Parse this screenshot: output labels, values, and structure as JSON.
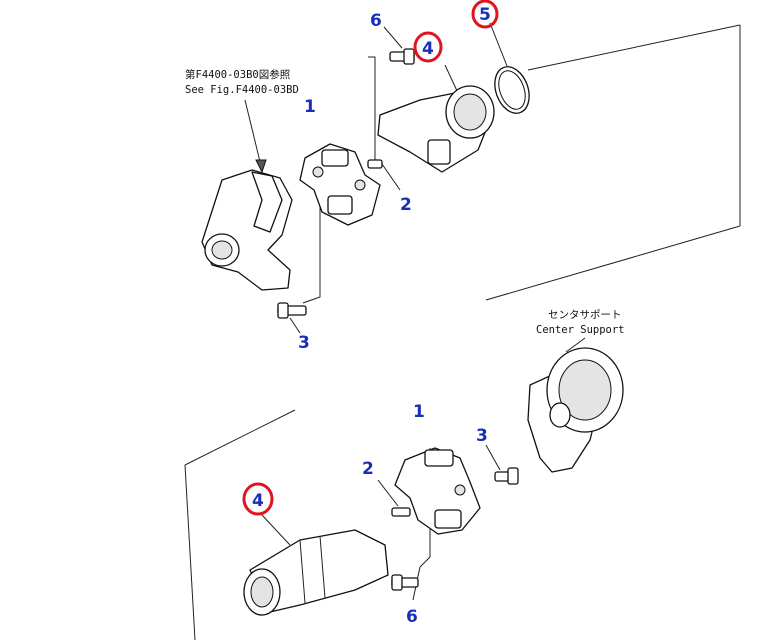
{
  "callouts": {
    "upper_1": "1",
    "upper_2": "2",
    "upper_3": "3",
    "upper_4": "4",
    "upper_5": "5",
    "upper_6": "6",
    "lower_1": "1",
    "lower_2": "2",
    "lower_3": "3",
    "lower_4": "4",
    "lower_6": "6"
  },
  "notes": {
    "ref_jp": "第F4400-03B0図参照",
    "ref_en": "See Fig.F4400-03BD",
    "support_jp": "センタサポート",
    "support_en": "Center Support"
  },
  "colors": {
    "callout_text": "#1a2fb8",
    "highlight_ring": "#e0141e"
  }
}
